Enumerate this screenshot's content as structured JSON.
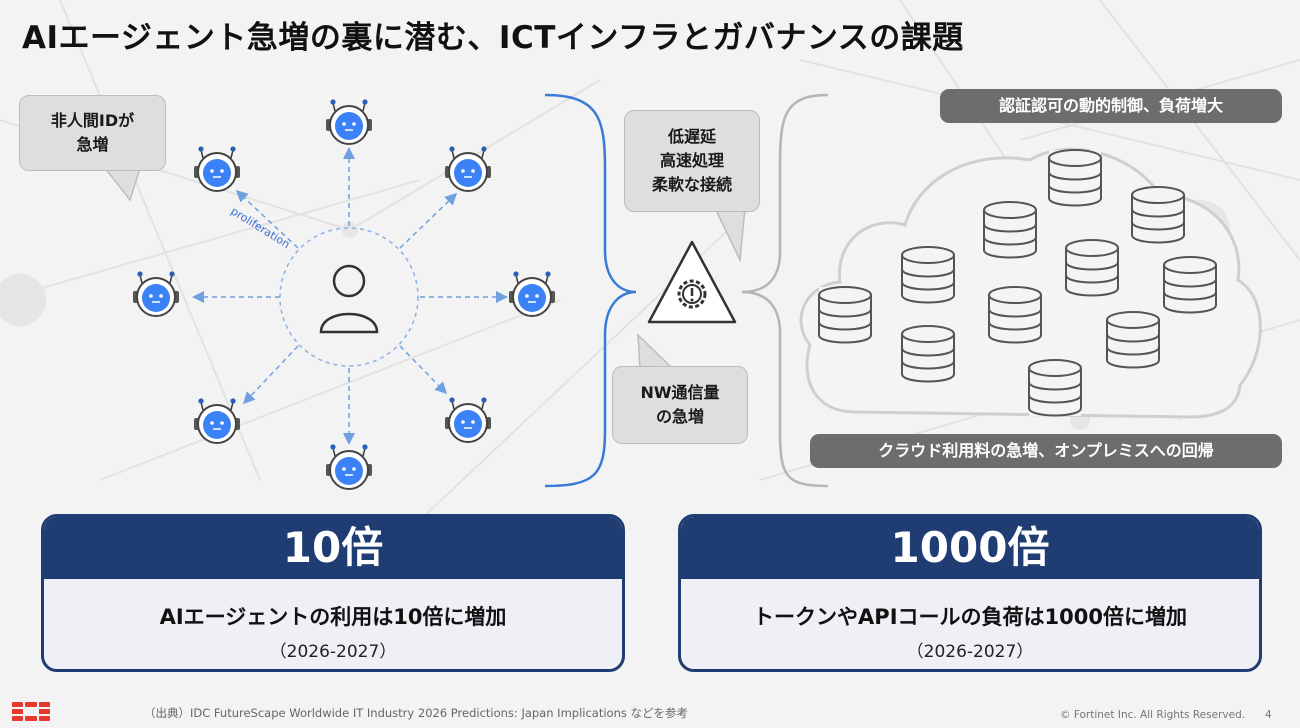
{
  "title": "AIエージェント急増の裏に潜む、ICTインフラとガバナンスの課題",
  "bubbles": {
    "nonhuman_id": [
      "非人間IDが",
      "急増"
    ],
    "latency": [
      "低遅延",
      "高速処理",
      "柔軟な接続"
    ],
    "nw_traffic": [
      "NW通信量",
      "の急増"
    ]
  },
  "diagram": {
    "proliferation_label": "proliferation"
  },
  "pills": {
    "auth": "認証認可の動的制御、負荷増大",
    "cloud": "クラウド利用料の急増、オンプレミスへの回帰"
  },
  "cards": [
    {
      "headline": "10倍",
      "main": "AIエージェントの利用は10倍に増加",
      "period": "（2026-2027）"
    },
    {
      "headline": "1000倍",
      "main": "トークンやAPIコールの負荷は1000倍に増加",
      "period": "（2026-2027）"
    }
  ],
  "footer": {
    "source": "（出典）IDC FutureScape Worldwide IT Industry 2026 Predictions: Japan Implications などを参考",
    "copyright": "© Fortinet Inc. All Rights Reserved.",
    "page": "4"
  },
  "colors": {
    "navy": "#1f3d73",
    "robot_blue": "#3b82f6",
    "brace_blue": "#3a7bd5",
    "logo_red": "#e8382e"
  }
}
